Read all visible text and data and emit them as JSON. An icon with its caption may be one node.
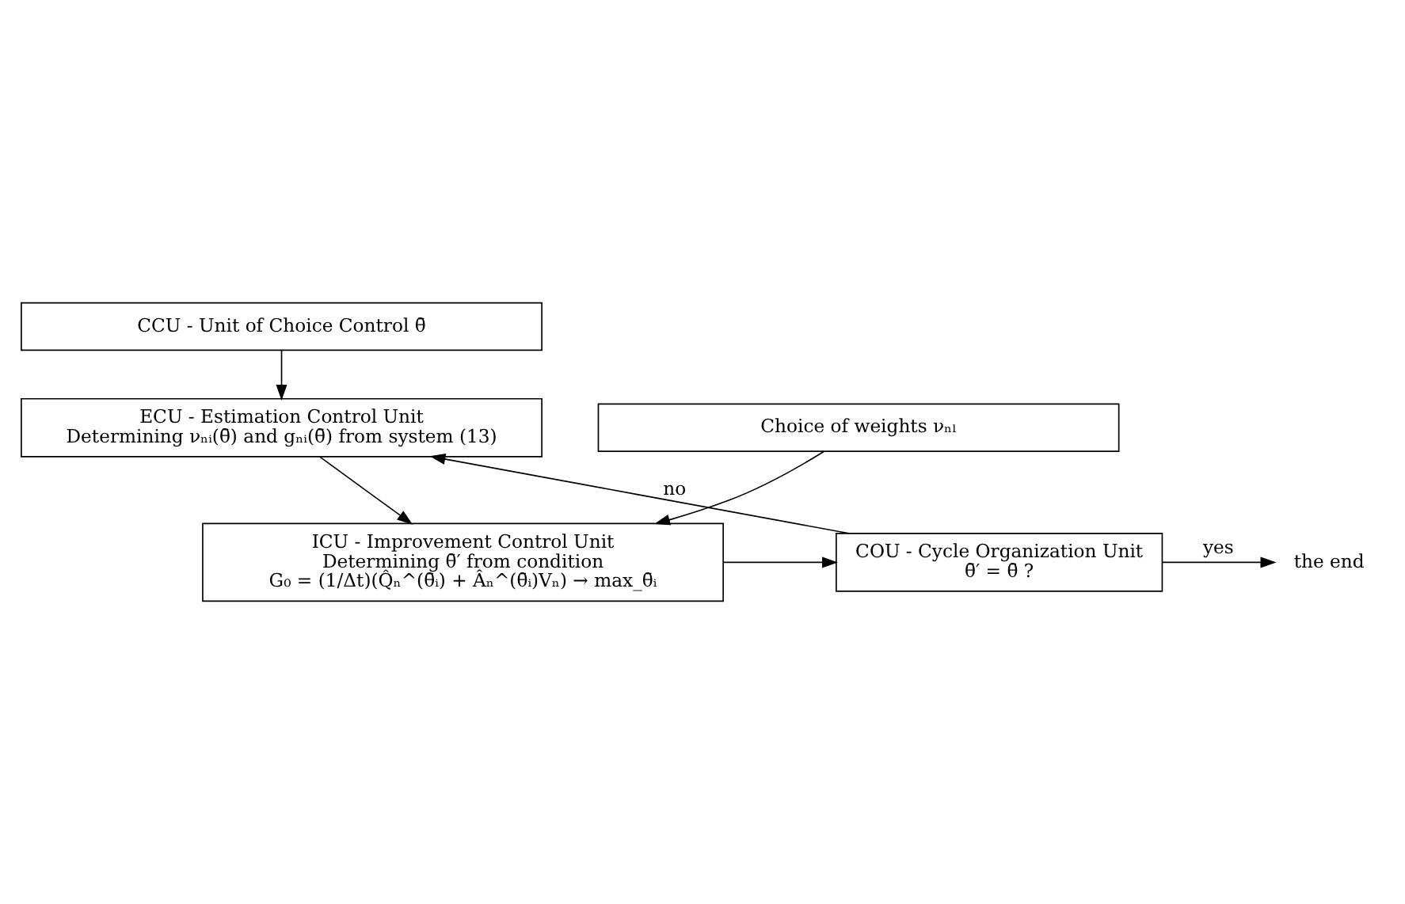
{
  "diagram": {
    "nodes": [
      {
        "text": [
          "CCU - Unit of Choice Control θ̄"
        ]
      },
      {
        "text": [
          "ECU - Estimation Control Unit",
          "Determining νₙᵢ(θ̄) and gₙᵢ(θ̄) from system (13)"
        ]
      },
      {
        "text": [
          "COU - Cycle Organization Unit",
          "θ̄′ = θ̄ ?"
        ]
      },
      {
        "text": [
          "ICU - Improvement Control Unit",
          "Determining θ̄′ from condition",
          "G₀ = (1/Δt)(Q̂ₙ^(θ̄ᵢ) + Âₙ^(θ̄ᵢ)Vₙ) → max_θ̄ᵢ"
        ]
      },
      {
        "text": [
          "Choice of weights νₙₗ"
        ]
      },
      {
        "text": [
          "the end"
        ]
      }
    ],
    "edges": [
      {
        "from": 0,
        "to": 1,
        "arrow": "to"
      },
      {
        "from": 1,
        "to": 3,
        "arrow": "to"
      },
      {
        "from": 4,
        "to": 3,
        "arrow": "to"
      },
      {
        "from": 3,
        "to": 2,
        "arrow": "to"
      },
      {
        "from": 2,
        "to": 1,
        "arrow": "to",
        "label": "no"
      },
      {
        "from": 2,
        "to": 5,
        "arrow": "to",
        "label": "yes"
      }
    ]
  }
}
